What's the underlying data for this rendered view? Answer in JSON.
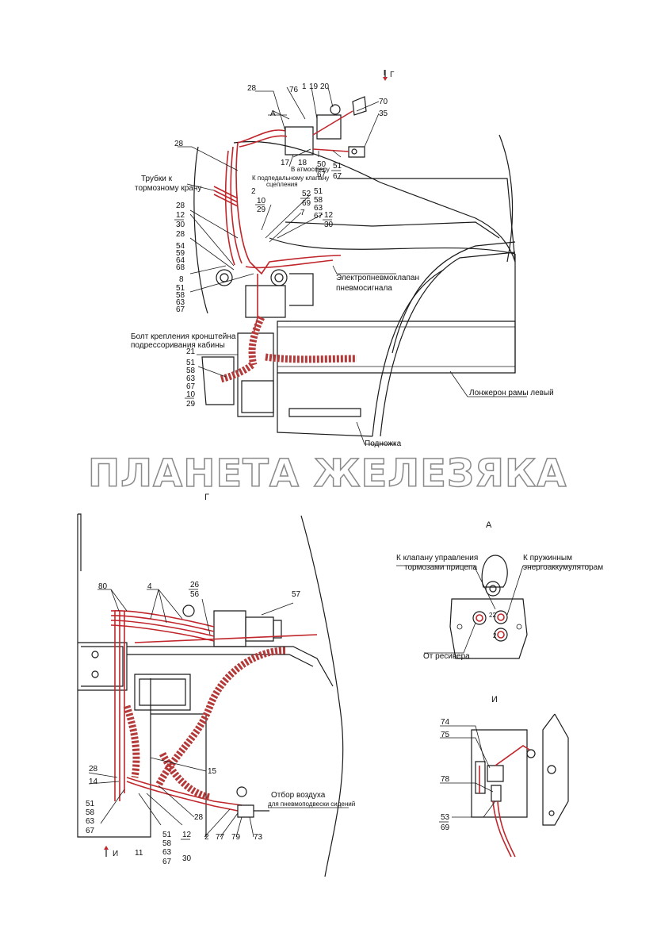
{
  "watermark": "ПЛАНЕТА ЖЕЛЕЗЯКА",
  "view_labels": {
    "g_top": "Г",
    "g_bottom": "Г",
    "a_top": "А",
    "a_detail": "А",
    "i_detail": "И",
    "i_arrow": "И"
  },
  "top_labels": {
    "l28a": "28",
    "l76": "76",
    "l1": "1",
    "l19": "19",
    "l20": "20",
    "l70": "70",
    "l35": "35",
    "l28b": "28",
    "l17": "17",
    "l18": "18",
    "l50": "50",
    "l67a": "67",
    "l51a": "51",
    "l67b": "67",
    "l2": "2",
    "l10a": "10",
    "l29a": "29",
    "l52": "52",
    "l69": "69",
    "l51b": "51",
    "l58a": "58",
    "l63a": "63",
    "l67c": "67",
    "l7": "7",
    "l12a": "12",
    "l30a": "30",
    "l28c": "28",
    "l12b": "12",
    "l30b": "30",
    "l28d": "28",
    "l54": "54",
    "l59": "59",
    "l64": "64",
    "l68": "68",
    "l8": "8",
    "l51c": "51",
    "l58b": "58",
    "l63b": "63",
    "l67d": "67",
    "l21": "21",
    "l51d": "51",
    "l58c": "58",
    "l63c": "63",
    "l67e": "67",
    "l10b": "10",
    "l29b": "29"
  },
  "top_texts": {
    "tubes_1": "Трубки к",
    "tubes_2": "тормозному крану",
    "atmosphere": "В атмосферу",
    "pedal_1": "К подпедальному клапану",
    "pedal_2": "сцепления",
    "valve_1": "Электропневмоклапан",
    "valve_2": "пневмосигнала",
    "bolt_1": "Болт крепления кронштейна",
    "bolt_2": "подрессоривания кабины",
    "frame": "Лонжерон рамы левый",
    "step": "Подножка"
  },
  "bottom_labels": {
    "l80": "80",
    "l4": "4",
    "l26": "26",
    "l56": "56",
    "l57": "57",
    "l15": "15",
    "l28a": "28",
    "l14": "14",
    "l28b": "28",
    "l51": "51",
    "l58a": "58",
    "l63a": "63",
    "l67a": "67",
    "l11": "11",
    "l51b": "51",
    "l58b": "58",
    "l63b": "63",
    "l67b": "67",
    "l12": "12",
    "l30": "30",
    "l2": "2",
    "l77": "77",
    "l79": "79",
    "l73": "73"
  },
  "bottom_texts": {
    "air_1": "Отбор воздуха",
    "air_2": "для пневмоподвески сидений"
  },
  "detail_a": {
    "trailer_1": "К клапану управления",
    "trailer_2": "тормозами прицепа",
    "spring_1": "К пружинным",
    "spring_2": "энергоаккумуляторам",
    "receiver": "От ресивера",
    "port22": "22",
    "port2": "2"
  },
  "detail_i": {
    "l74": "74",
    "l75": "75",
    "l78": "78",
    "l53": "53",
    "l69": "69"
  }
}
